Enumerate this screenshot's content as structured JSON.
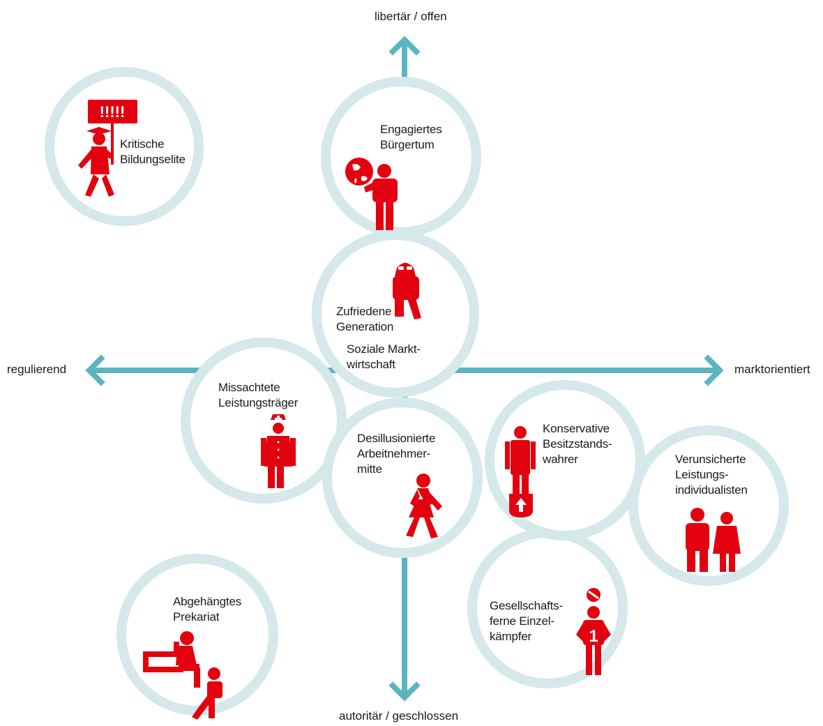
{
  "axes": {
    "top": "libertär / offen",
    "bottom": "autoritär / geschlossen",
    "left": "regulierend",
    "right": "marktorientiert"
  },
  "segments": [
    {
      "label": "Kritische\nBildungselite",
      "icon": "protester-with-sign-icon"
    },
    {
      "label": "Engagiertes\nBürgertum",
      "icon": "person-with-globe-icon"
    },
    {
      "label": "Zufriedene\nGeneration",
      "icon": "woman-with-glasses-icon"
    },
    {
      "label": "Soziale Markt-\nwirtschaft",
      "icon": ""
    },
    {
      "label": "Missachtete\nLeistungsträger",
      "icon": "nurse-icon"
    },
    {
      "label": "Desillusionierte\nArbeitnehmer-\nmitte",
      "icon": "walking-woman-icon"
    },
    {
      "label": "Konservative\nBesitzstands-\nwahrer",
      "icon": "man-in-suit-with-shield-icon"
    },
    {
      "label": "Verunsicherte\nLeistungs-\nindividualisten",
      "icon": "couple-icon"
    },
    {
      "label": "Gesellschafts-\nferne Einzel-\nkämpfer",
      "icon": "player-number-one-icon"
    },
    {
      "label": "Abgehängtes\nPrekariat",
      "icon": "sitting-people-icon"
    }
  ],
  "colors": {
    "ring": "#d5e8ea",
    "axis": "#5bb5c0",
    "icon": "#e3000f",
    "text": "#1a1a1a"
  }
}
